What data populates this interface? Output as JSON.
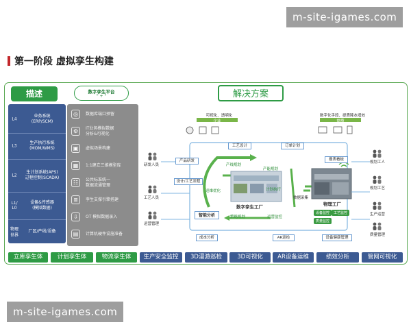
{
  "watermarks": {
    "top": "m-site-igames.com",
    "bottom": "m-site-igames.com"
  },
  "page_title": "第一阶段 虚拟孪生构建",
  "header": {
    "describe_label": "描述",
    "platform_label": "数字孪生平台",
    "platform_sub": "\" + \"",
    "solution_label": "解决方案"
  },
  "layers": [
    {
      "level": "L4",
      "text": "业务系统\n(ERP/SCM)"
    },
    {
      "level": "L3",
      "text": "生产执行系统\n(MOM/WMS)"
    },
    {
      "level": "L2",
      "text": "生计划系统(APS)\n过程控制(SCADA)"
    },
    {
      "level": "L1/\nL0",
      "text": "设备&传感器\n(模拟数据)"
    },
    {
      "level": "物理\n世界",
      "text": "厂区/产线/设备"
    }
  ],
  "capabilities": [
    "数据库端口预留",
    "IT业务模拟数据\n分析&可视化",
    "虚拟场景构建",
    "1:1建立三维模型库",
    "公共标准统一\n数据流通管理",
    "孪生支撑引擎搭建",
    "OT 模拟数据录入",
    "计算机硬件设施准备"
  ],
  "diagram": {
    "top_left_heading": "可视化、透明化",
    "top_left_bar": "企业",
    "top_right_heading": "数字化手段、提质降本增效",
    "top_right_bar": "提质",
    "people_left": [
      "研发人员",
      "工艺人员",
      "运营管理"
    ],
    "people_right": [
      "规划工人",
      "规划工艺",
      "生产运营",
      "质量管理"
    ],
    "boxes": {
      "product_dev": "产品研发",
      "design_flow": "设计/工艺流程",
      "craft_design": "工艺设计",
      "order_plan": "订单计划",
      "data_analysis": "智能分析",
      "cost_ctrl": "成本分析",
      "ar_inspect": "AR巡检",
      "equip_mgmt": "设备健康管理",
      "report": "报表看板"
    },
    "flow_labels": {
      "production_plan": "产线规划",
      "process_plan": "产能规划",
      "feedback": "运维优化",
      "plan_exec": "计划执行",
      "prod_schedule": "策略规划",
      "ops_monitor": "运营监控"
    },
    "center_label": "数字孪生工厂",
    "right_label": "物理工厂",
    "right_sub": "数据采集",
    "right_tags": [
      "设备监控",
      "工艺监控",
      "质量监控"
    ]
  },
  "bottom_tabs": [
    {
      "label": "立库孪生体",
      "color": "#2e9b45"
    },
    {
      "label": "计划孪生体",
      "color": "#2e9b45"
    },
    {
      "label": "物流孪生体",
      "color": "#2e9b45"
    },
    {
      "label": "生产安全监控",
      "color": "#3c5a92"
    },
    {
      "label": "3D漫游巡检",
      "color": "#3c5a92"
    },
    {
      "label": "3D可视化",
      "color": "#3c5a92"
    },
    {
      "label": "AR设备运维",
      "color": "#3c5a92"
    },
    {
      "label": "绩效分析",
      "color": "#3c5a92"
    },
    {
      "label": "管网可视化",
      "color": "#3c5a92"
    }
  ]
}
